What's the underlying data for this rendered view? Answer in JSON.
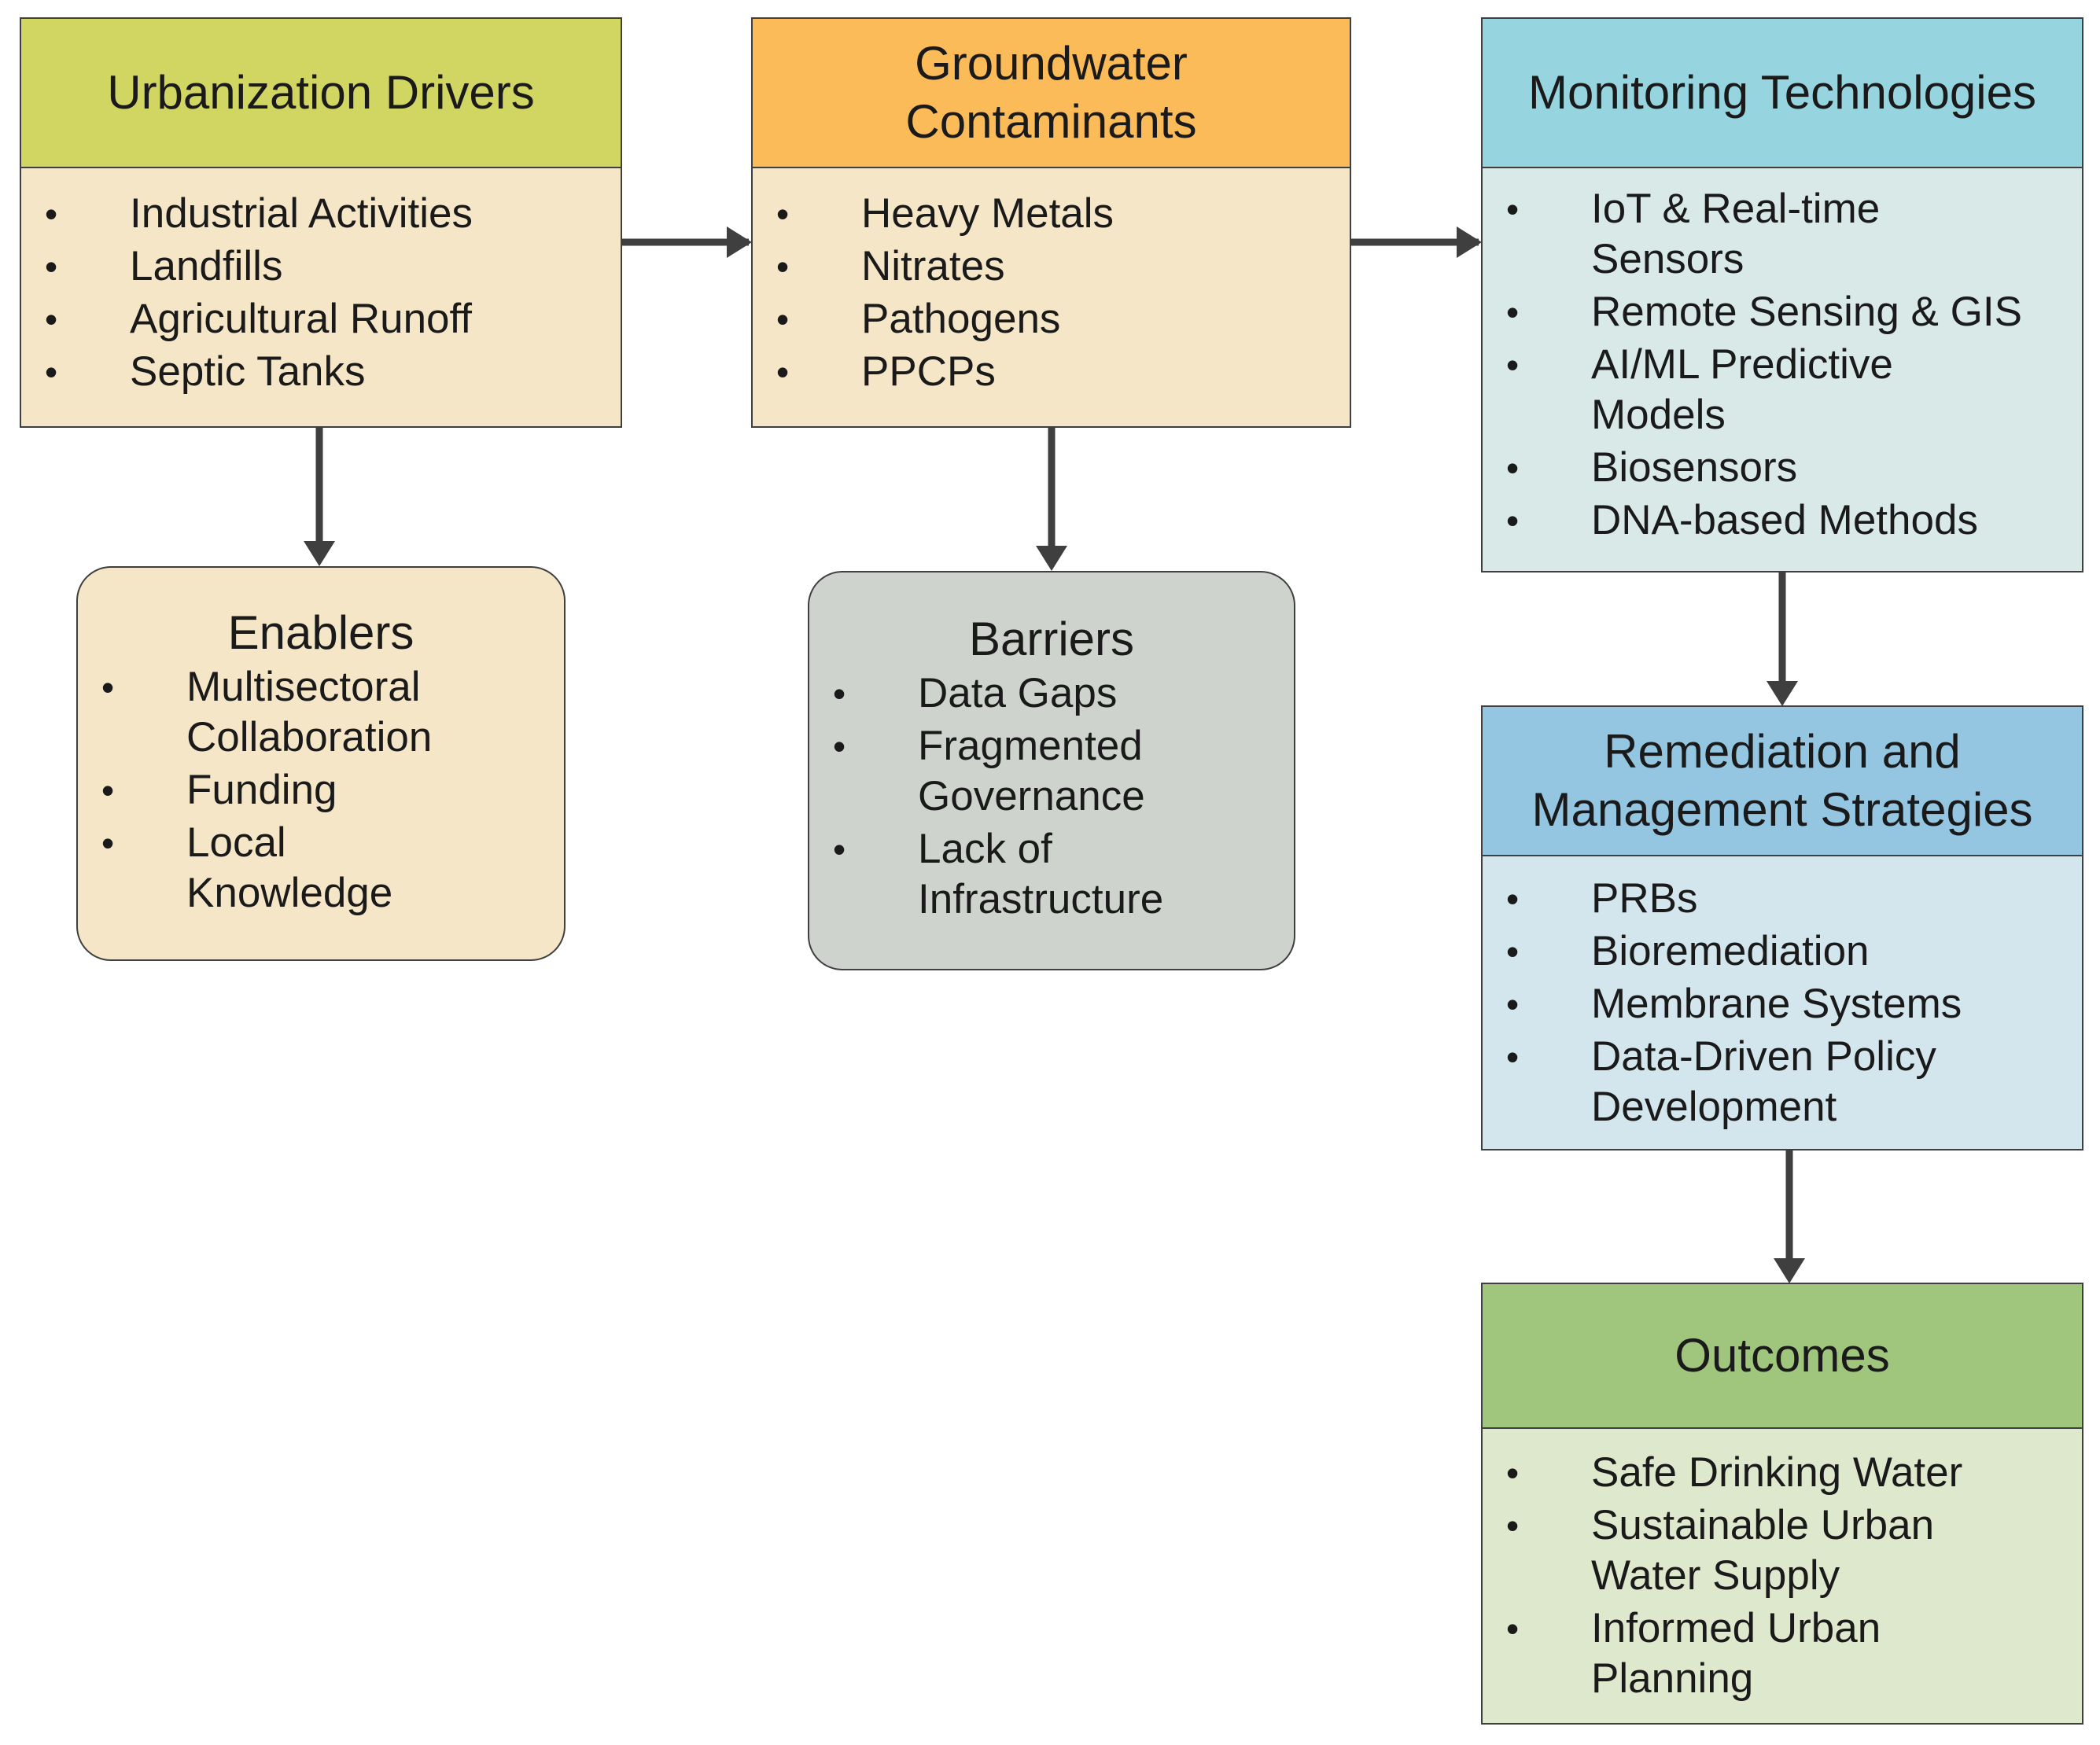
{
  "colors": {
    "drivers_head": "#d1d562",
    "contaminants_head": "#fbbb58",
    "monitoring_head": "#96d5e0",
    "remediation_head": "#94c6e2",
    "outcomes_head": "#a0c57c",
    "tan_body": "#f4e6c6",
    "monitoring_body": "#d8e9e8",
    "remediation_body": "#d4e6ed",
    "outcomes_body": "#dde8cd",
    "barriers_body": "#ced4cd",
    "arrow": "#3f3f3f"
  },
  "urbanization_drivers": {
    "title": "Urbanization Drivers",
    "items": [
      "Industrial Activities",
      "Landfills",
      "Agricultural Runoff",
      "Septic Tanks"
    ]
  },
  "groundwater_contaminants": {
    "title_line1": "Groundwater",
    "title_line2": "Contaminants",
    "items": [
      "Heavy Metals",
      "Nitrates",
      "Pathogens",
      "PPCPs"
    ]
  },
  "monitoring_technologies": {
    "title": "Monitoring Technologies",
    "items": [
      "IoT & Real-time Sensors",
      "Remote Sensing & GIS",
      "AI/ML Predictive Models",
      "Biosensors",
      "DNA-based Methods"
    ]
  },
  "remediation": {
    "title_line1": "Remediation and",
    "title_line2": "Management Strategies",
    "items": [
      "PRBs",
      "Bioremediation",
      "Membrane Systems",
      "Data-Driven Policy Development"
    ]
  },
  "outcomes": {
    "title": "Outcomes",
    "items": [
      "Safe Drinking Water",
      "Sustainable Urban Water Supply",
      "Informed Urban Planning"
    ]
  },
  "enablers": {
    "title": "Enablers",
    "items": [
      "Multisectoral Collaboration",
      "Funding",
      "Local Knowledge"
    ]
  },
  "barriers": {
    "title": "Barriers",
    "items": [
      "Data Gaps",
      "Fragmented Governance",
      "Lack of Infrastructure"
    ]
  }
}
